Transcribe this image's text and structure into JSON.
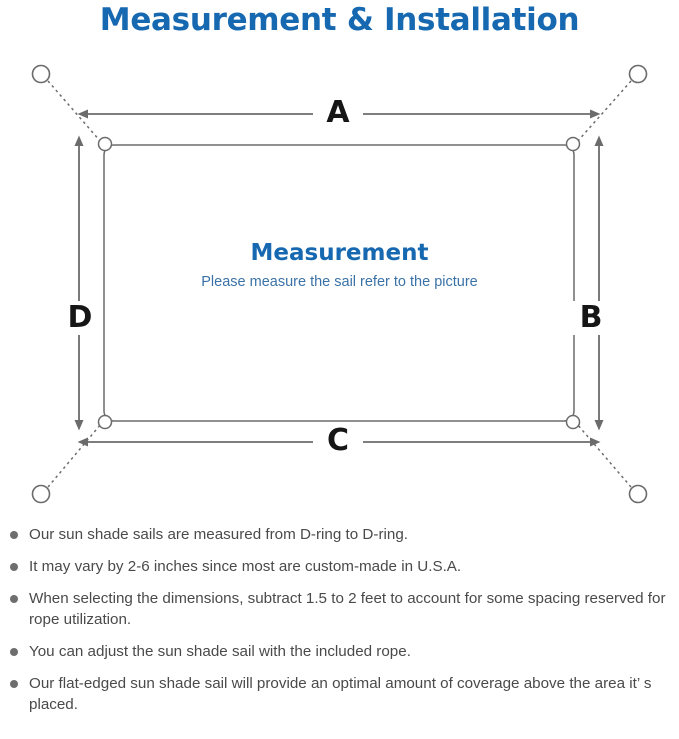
{
  "page": {
    "title": "Measurement & Installation",
    "title_color": "#1668b0"
  },
  "diagram": {
    "center_title": "Measurement",
    "center_subtitle": "Please measure the sail refer to the picture",
    "dimensions": {
      "top": "A",
      "right": "B",
      "bottom": "C",
      "left": "D"
    },
    "colors": {
      "sail_stroke": "#6b6b6b",
      "arrow": "#6b6b6b",
      "anchor_stroke": "#6b6b6b",
      "dotted_rope": "#6b6b6b",
      "letter": "#161616"
    },
    "icon_names": {
      "anchor_point": "anchor-circle-icon",
      "d_ring": "d-ring-icon",
      "rope": "dotted-rope-line",
      "dimension_arrow": "double-arrow-icon"
    }
  },
  "notes": {
    "bullet_color": "#6e6e6e",
    "items": [
      "Our sun shade sails are measured from D-ring to D-ring.",
      "It may vary by 2-6 inches since most are custom-made in U.S.A.",
      "When selecting the dimensions, subtract 1.5 to 2 feet to account for some spacing reserved for rope utilization.",
      "You can adjust the sun shade sail with the included rope.",
      "Our flat-edged sun shade sail will provide an optimal amount of coverage above the area it’ s placed."
    ]
  }
}
